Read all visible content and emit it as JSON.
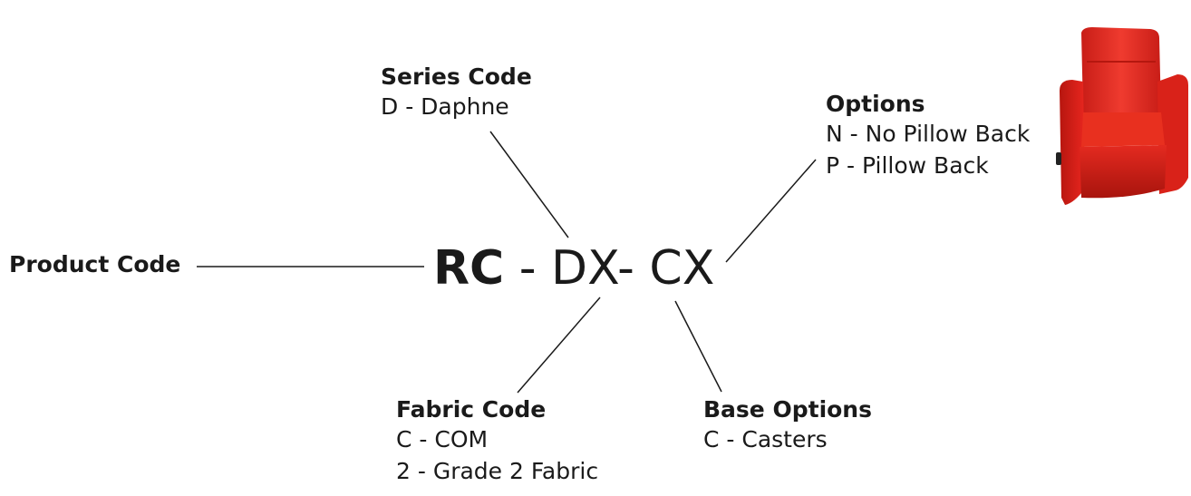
{
  "diagram": {
    "product_code": {
      "label": "Product Code"
    },
    "code": {
      "part1": "RC",
      "sep1": " - ",
      "part2": "DX",
      "sep2": "- ",
      "part3": "CX"
    },
    "series_code": {
      "heading": "Series Code",
      "items": [
        "D - Daphne"
      ]
    },
    "options": {
      "heading": "Options",
      "items": [
        "N - No Pillow Back",
        "P - Pillow Back"
      ]
    },
    "fabric_code": {
      "heading": "Fabric Code",
      "items": [
        "C - COM",
        "2 - Grade 2 Fabric"
      ]
    },
    "base_options": {
      "heading": "Base Options",
      "items": [
        "C - Casters"
      ]
    },
    "image": {
      "icon": "red-recliner-chair",
      "color": "#e8261f"
    }
  }
}
